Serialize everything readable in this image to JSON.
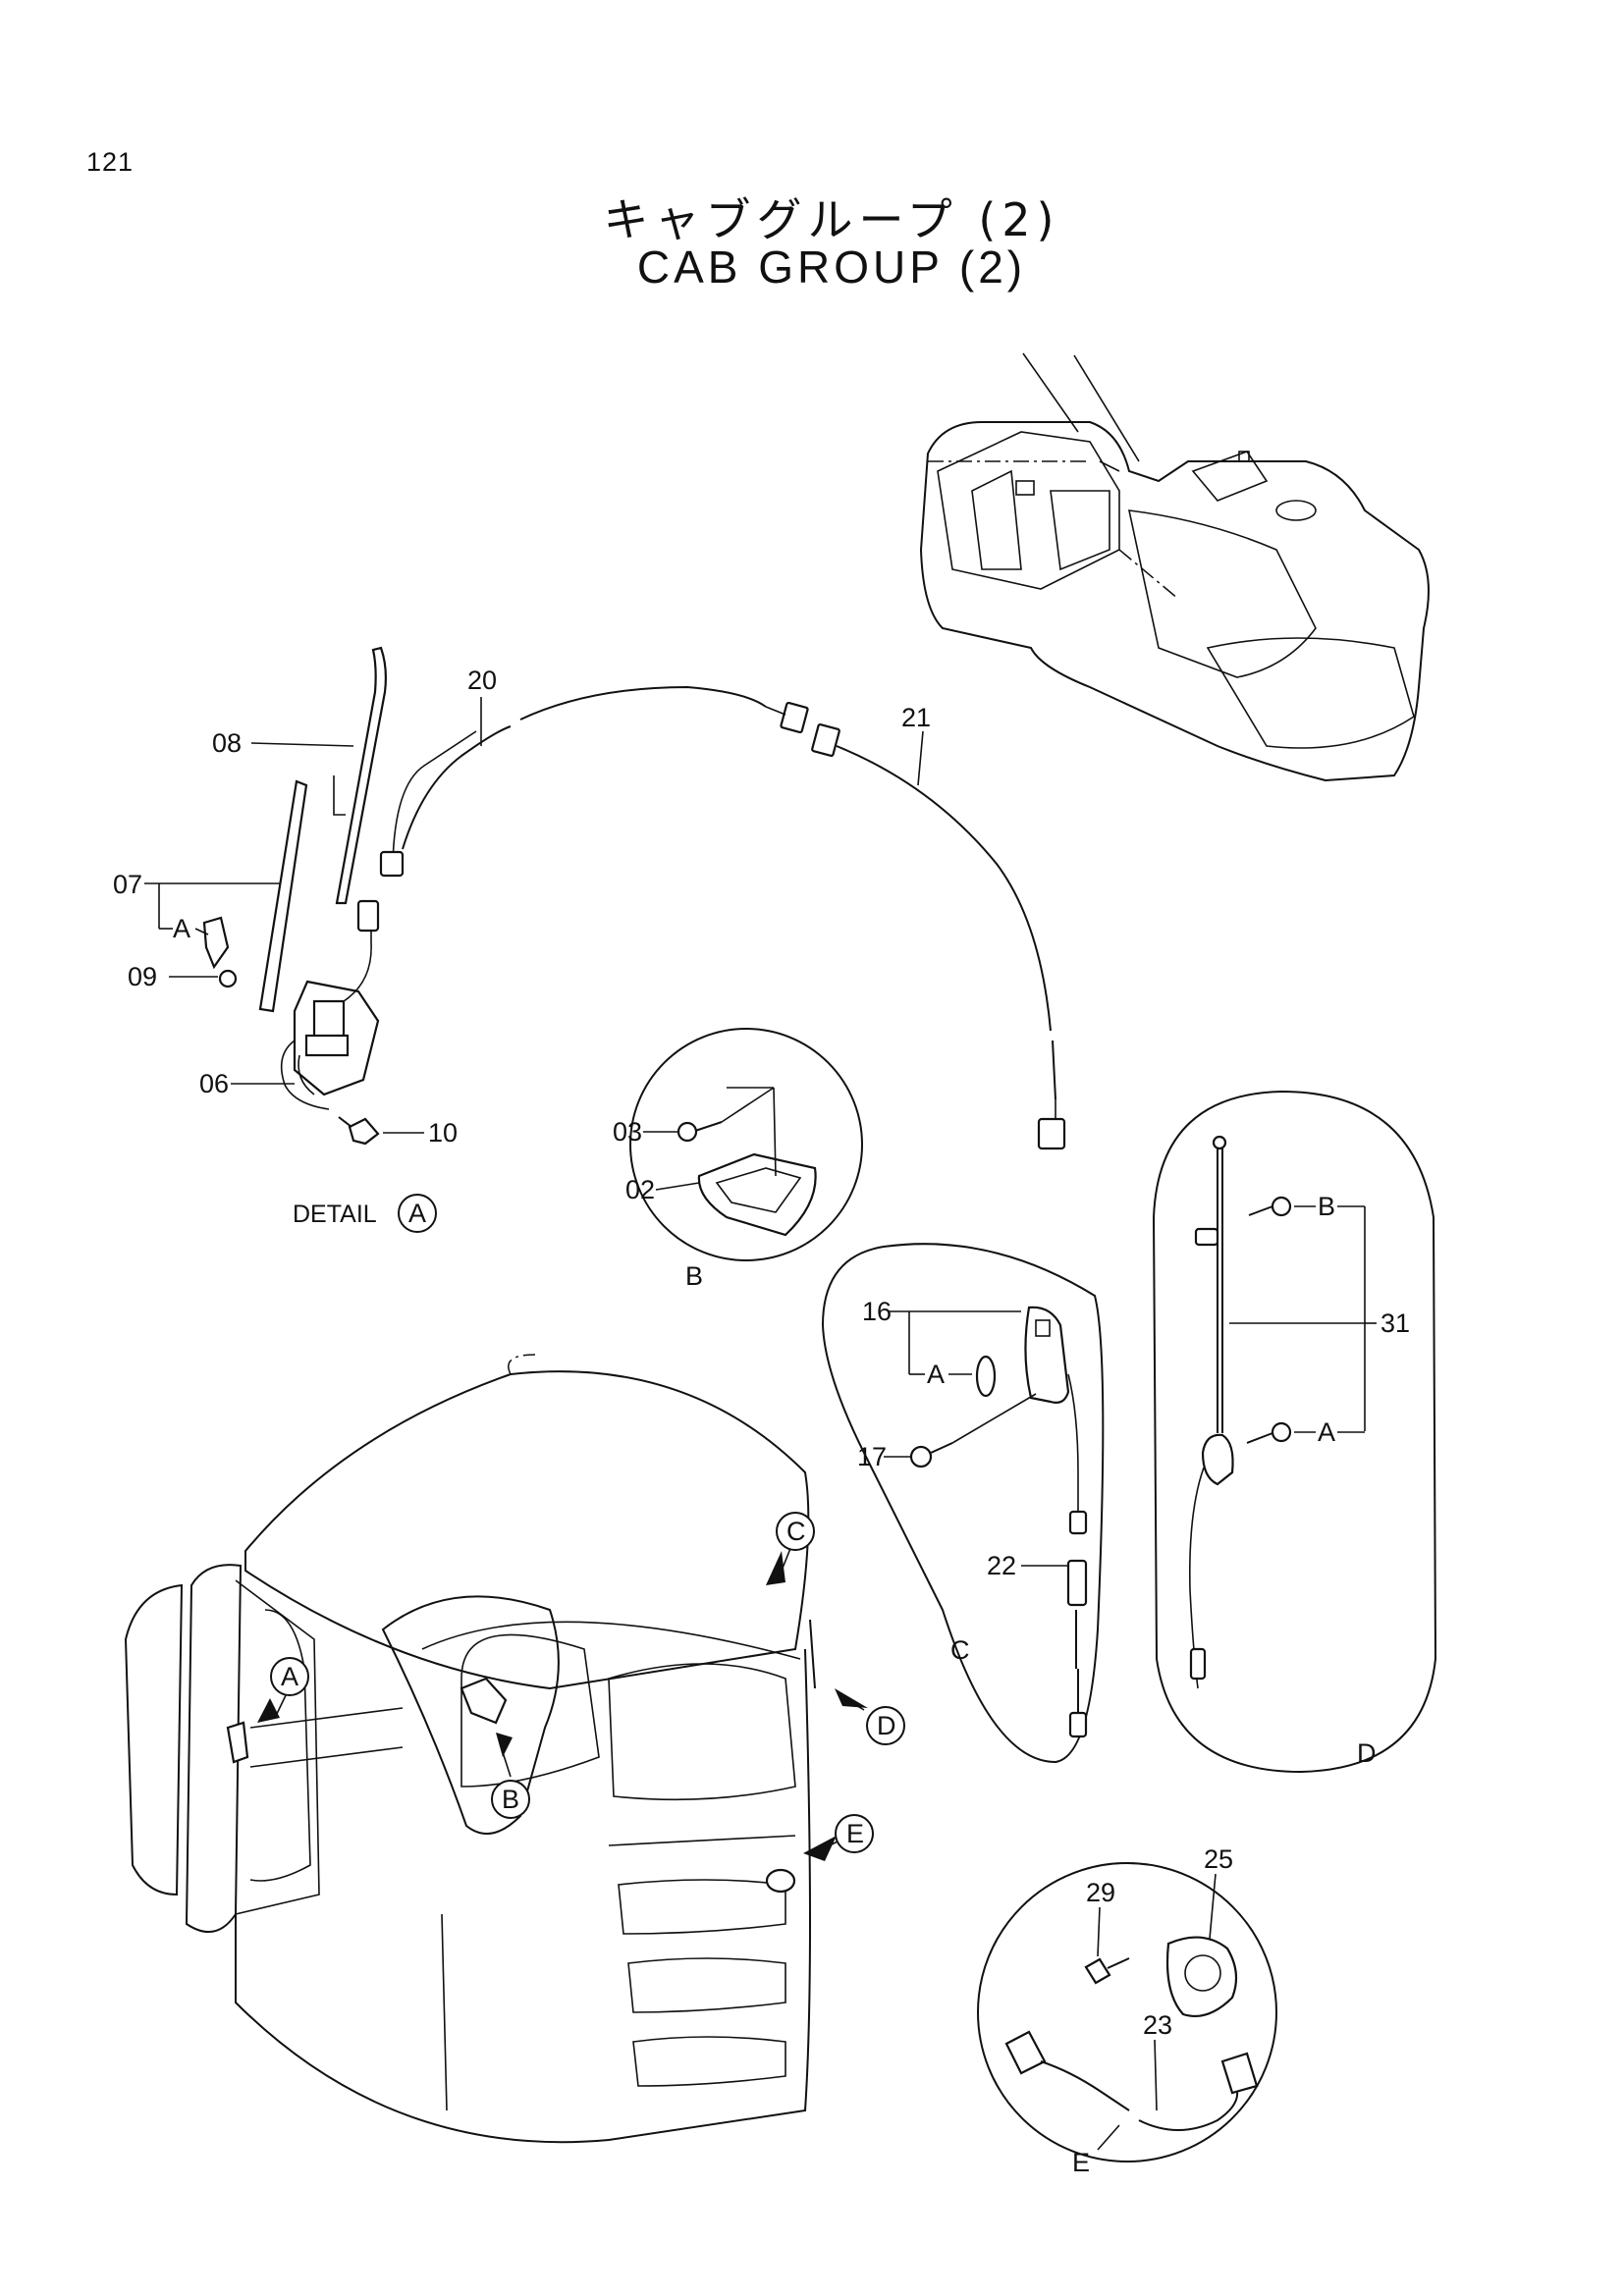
{
  "page_number": "121",
  "title_jp": "キャブグループ (2)",
  "title_en": "CAB GROUP (2)",
  "detail_caption": "DETAIL",
  "callouts": {
    "c20": "20",
    "c21": "21",
    "c08": "08",
    "c07": "07",
    "c09": "09",
    "c06": "06",
    "c10": "10",
    "c03": "03",
    "c02": "02",
    "c16": "16",
    "c17": "17",
    "c22": "22",
    "c31": "31",
    "c25": "25",
    "c29": "29",
    "c23": "23"
  },
  "letters": {
    "a": "A",
    "b": "B",
    "c": "C",
    "d": "D",
    "e": "E"
  }
}
